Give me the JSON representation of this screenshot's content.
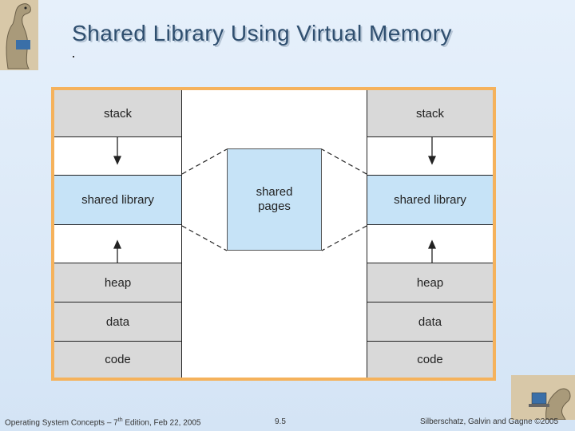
{
  "slide": {
    "title": "Shared Library Using Virtual Memory"
  },
  "left_process": {
    "stack": "stack",
    "shared_library": "shared library",
    "heap": "heap",
    "data": "data",
    "code": "code"
  },
  "right_process": {
    "stack": "stack",
    "shared_library": "shared library",
    "heap": "heap",
    "data": "data",
    "code": "code"
  },
  "physical": {
    "shared_pages_line1": "shared",
    "shared_pages_line2": "pages"
  },
  "footer": {
    "left_pre": "Operating System Concepts – 7",
    "left_sup": "th",
    "left_post": " Edition, Feb 22, 2005",
    "center": "9.5",
    "right": "Silberschatz, Galvin and Gagne ©2005"
  },
  "colors": {
    "frame": "#f5b25c",
    "segment_gray": "#d9d9d9",
    "segment_blue": "#c6e3f7",
    "title": "#2f4f6f"
  }
}
